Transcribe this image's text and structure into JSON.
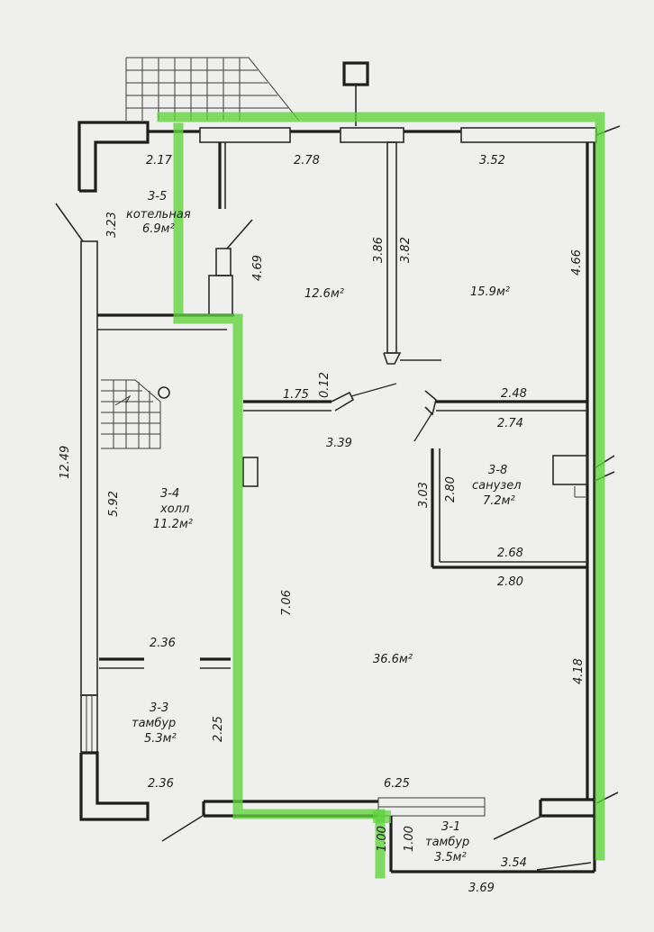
{
  "rooms": [
    {
      "id": "boiler",
      "number": "3-5",
      "name": "котельная",
      "area": "6.9м²"
    },
    {
      "id": "room-a",
      "number": "",
      "name": "",
      "area": "12.6м²"
    },
    {
      "id": "room-b",
      "number": "",
      "name": "",
      "area": "15.9м²"
    },
    {
      "id": "hall",
      "number": "3-4",
      "name": "холл",
      "area": "11.2м²"
    },
    {
      "id": "bathroom",
      "number": "3-8",
      "name": "санузел",
      "area": "7.2м²"
    },
    {
      "id": "vestibule-3",
      "number": "3-3",
      "name": "тамбур",
      "area": "5.3м²"
    },
    {
      "id": "main",
      "number": "",
      "name": "",
      "area": "36.6м²"
    },
    {
      "id": "vestibule-1",
      "number": "3-1",
      "name": "тамбур",
      "area": "3.5м²"
    }
  ],
  "dimensions": [
    "2.17",
    "2.78",
    "3.52",
    "3.23",
    "4.69",
    "3.86",
    "3.82",
    "4.66",
    "1.75",
    "0.12",
    "2.48",
    "3.39",
    "2.74",
    "3.03",
    "2.80",
    "2.68",
    "2.80",
    "12.49",
    "5.92",
    "7.06",
    "2.36",
    "4.18",
    "2.25",
    "2.36",
    "6.25",
    "1.00",
    "1.00",
    "3.54",
    "3.69"
  ],
  "colors": {
    "paper": "#efefed",
    "wall": "#1e1e1e",
    "highlight": "#5ed43a"
  }
}
